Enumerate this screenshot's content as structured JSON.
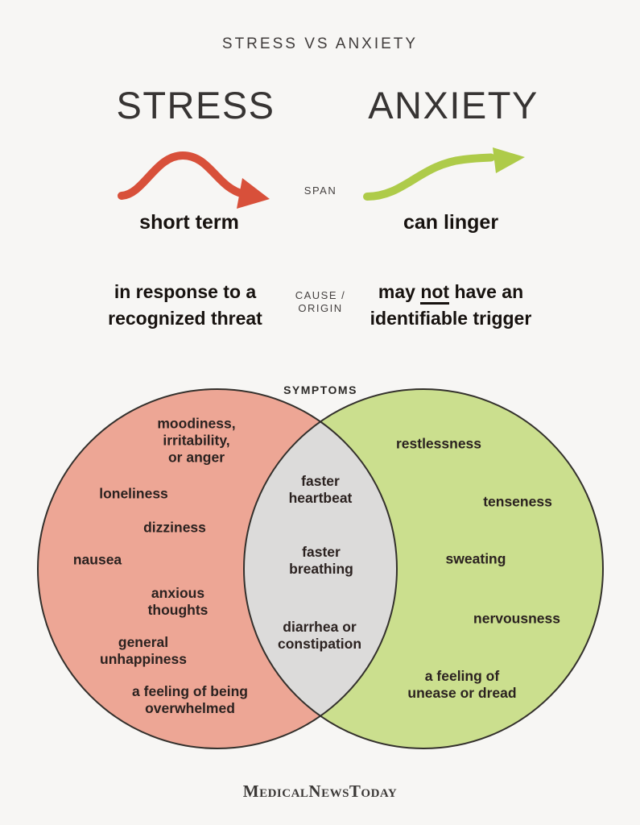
{
  "title": "STRESS VS ANXIETY",
  "headings": {
    "stress": "STRESS",
    "anxiety": "ANXIETY"
  },
  "span_row": {
    "label": "SPAN",
    "stress": "short term",
    "anxiety": "can linger"
  },
  "cause_row": {
    "label": "CAUSE /\nORIGIN",
    "stress": "in response to a\nrecognized threat",
    "anxiety_pre": "may ",
    "anxiety_underlined": "not",
    "anxiety_post": " have an",
    "anxiety_line2": "identifiable trigger"
  },
  "symptoms": {
    "label": "SYMPTOMS",
    "stress_only": [
      "moodiness,\nirritability,\nor anger",
      "loneliness",
      "dizziness",
      "nausea",
      "anxious\nthoughts",
      "general\nunhappiness",
      "a feeling of being\noverwhelmed"
    ],
    "shared": [
      "faster\nheartbeat",
      "faster\nbreathing",
      "diarrhea or\nconstipation"
    ],
    "anxiety_only": [
      "restlessness",
      "tenseness",
      "sweating",
      "nervousness",
      "a feeling of\nunease or dread"
    ]
  },
  "footer": {
    "brand": "MedicalNewsToday"
  },
  "icons": {
    "stress_arrow": "bell-curve-arrow-icon",
    "anxiety_arrow": "rising-curve-arrow-icon"
  },
  "colors": {
    "background": "#f7f6f4",
    "stress_accent": "#d8503a",
    "anxiety_accent": "#aecb49",
    "stress_circle_fill": "#eda695",
    "anxiety_circle_fill": "#cbdf8e",
    "overlap_fill": "#dcdbda",
    "circle_stroke": "#33302c",
    "text_dark": "#17120f"
  }
}
